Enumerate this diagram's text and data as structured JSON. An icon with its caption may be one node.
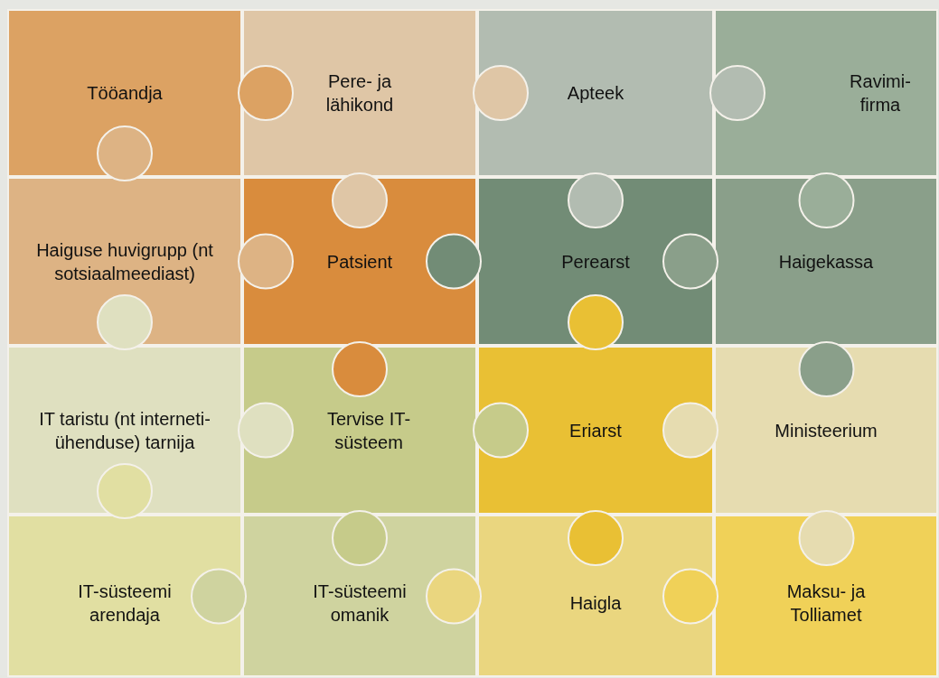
{
  "diagram": {
    "nodes": [
      {
        "text": [
          "Tööandja"
        ]
      },
      {
        "text": [
          "Pere- ja lähikond"
        ]
      },
      {
        "text": [
          "Apteek"
        ]
      },
      {
        "text": [
          "Ravimi- firma"
        ]
      },
      {
        "text": [
          "Haiguse huvigrupp (nt sotsiaalmeediast)"
        ]
      },
      {
        "text": [
          "Patsient"
        ]
      },
      {
        "text": [
          "Perearst"
        ]
      },
      {
        "text": [
          "Haigekassa"
        ]
      },
      {
        "text": [
          "IT taristu (nt interneti- ühenduse) tarnija"
        ]
      },
      {
        "text": [
          "Tervise IT-süsteem"
        ]
      },
      {
        "text": [
          "Eriarst"
        ]
      },
      {
        "text": [
          "Ministeerium"
        ]
      },
      {
        "text": [
          "IT-süsteemi arendaja"
        ]
      },
      {
        "text": [
          "IT-süsteemi omanik"
        ]
      },
      {
        "text": [
          "Haigla"
        ]
      },
      {
        "text": [
          "Maksu- ja Tolliamet"
        ]
      }
    ]
  }
}
